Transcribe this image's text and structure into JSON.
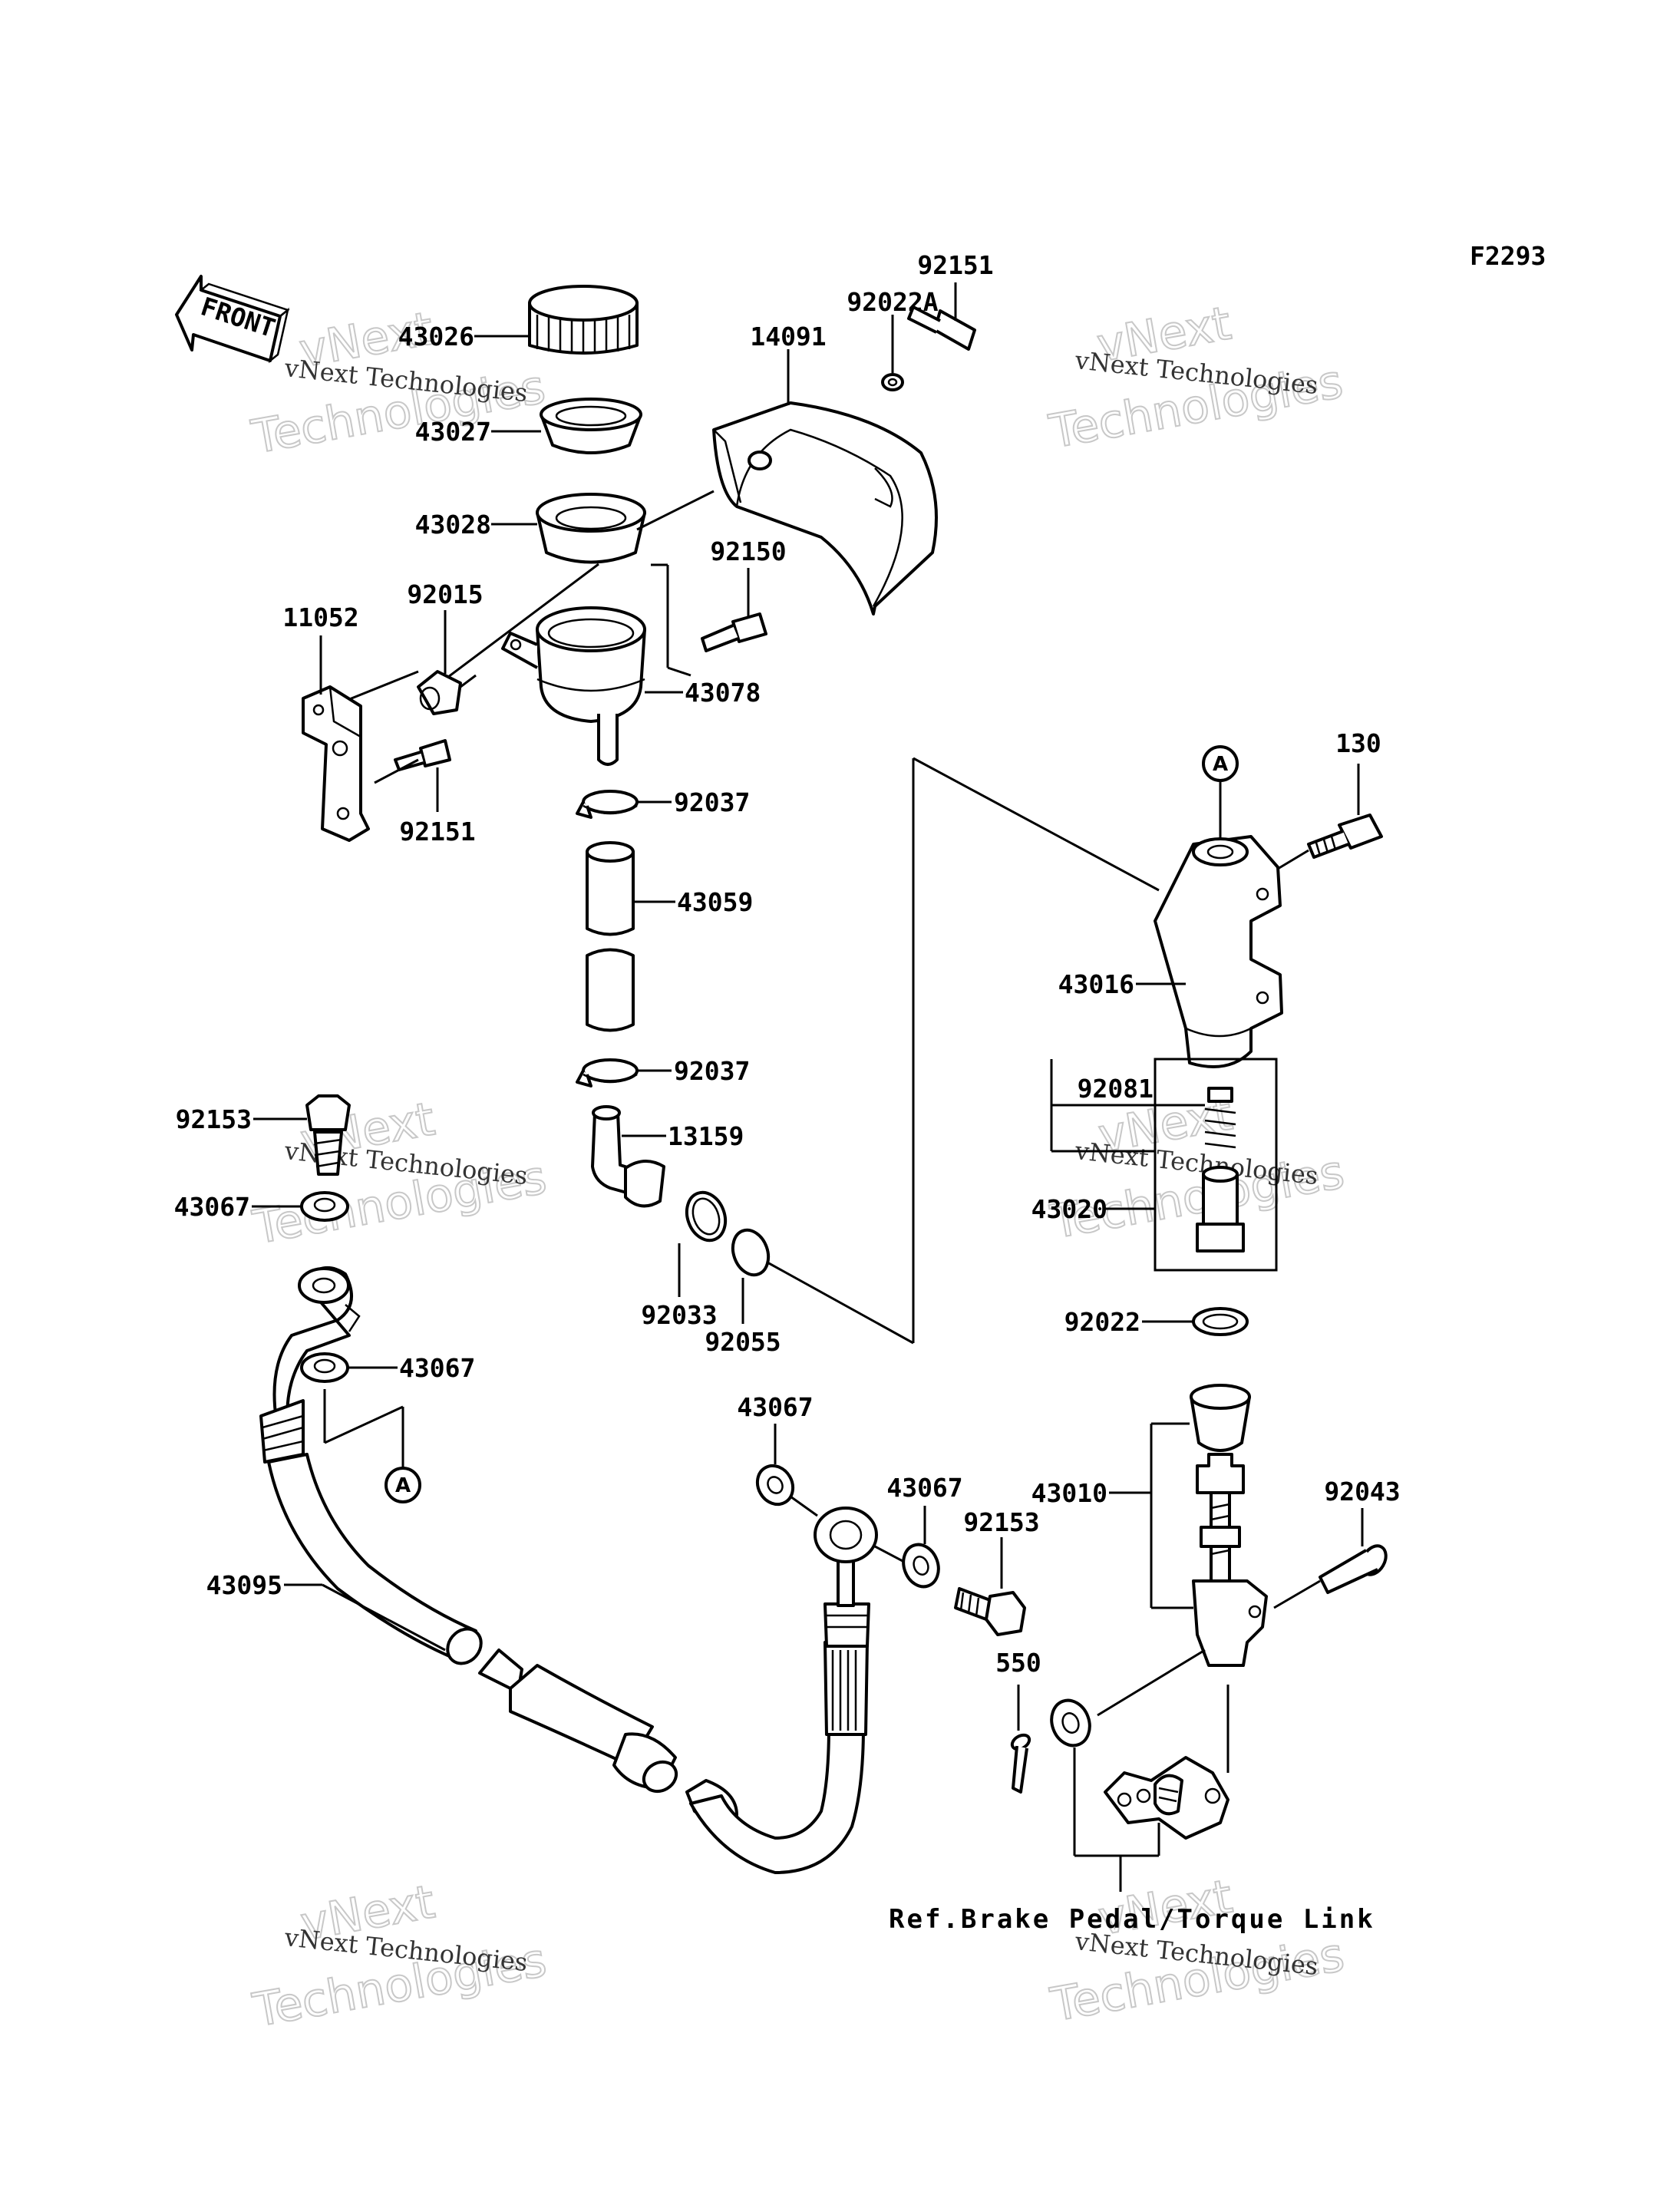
{
  "figure_code": "F2293",
  "front_label": "FRONT",
  "reference_note": "Ref.Brake Pedal/Torque Link",
  "callout_A": "A",
  "watermark": {
    "line1": "vNext",
    "line2": "Technologies",
    "caption": "vNext Technologies"
  },
  "labels": {
    "p43026": "43026",
    "p43027": "43027",
    "p43028": "43028",
    "p14091": "14091",
    "p92022A": "92022A",
    "p92151_top": "92151",
    "p92150": "92150",
    "p92015": "92015",
    "p11052": "11052",
    "p43078": "43078",
    "p92151_bottom": "92151",
    "p92037_top": "92037",
    "p43059": "43059",
    "p92037_bottom": "92037",
    "p13159": "13159",
    "p92033": "92033",
    "p92055": "92055",
    "p92153_left": "92153",
    "p43067_a": "43067",
    "p43067_b": "43067",
    "p43095": "43095",
    "p43067_c": "43067",
    "p43067_d": "43067",
    "p92153_right": "92153",
    "p550": "550",
    "p130": "130",
    "p43016": "43016",
    "p92081": "92081",
    "p43020": "43020",
    "p92022": "92022",
    "p43010": "43010",
    "p92043": "92043"
  }
}
